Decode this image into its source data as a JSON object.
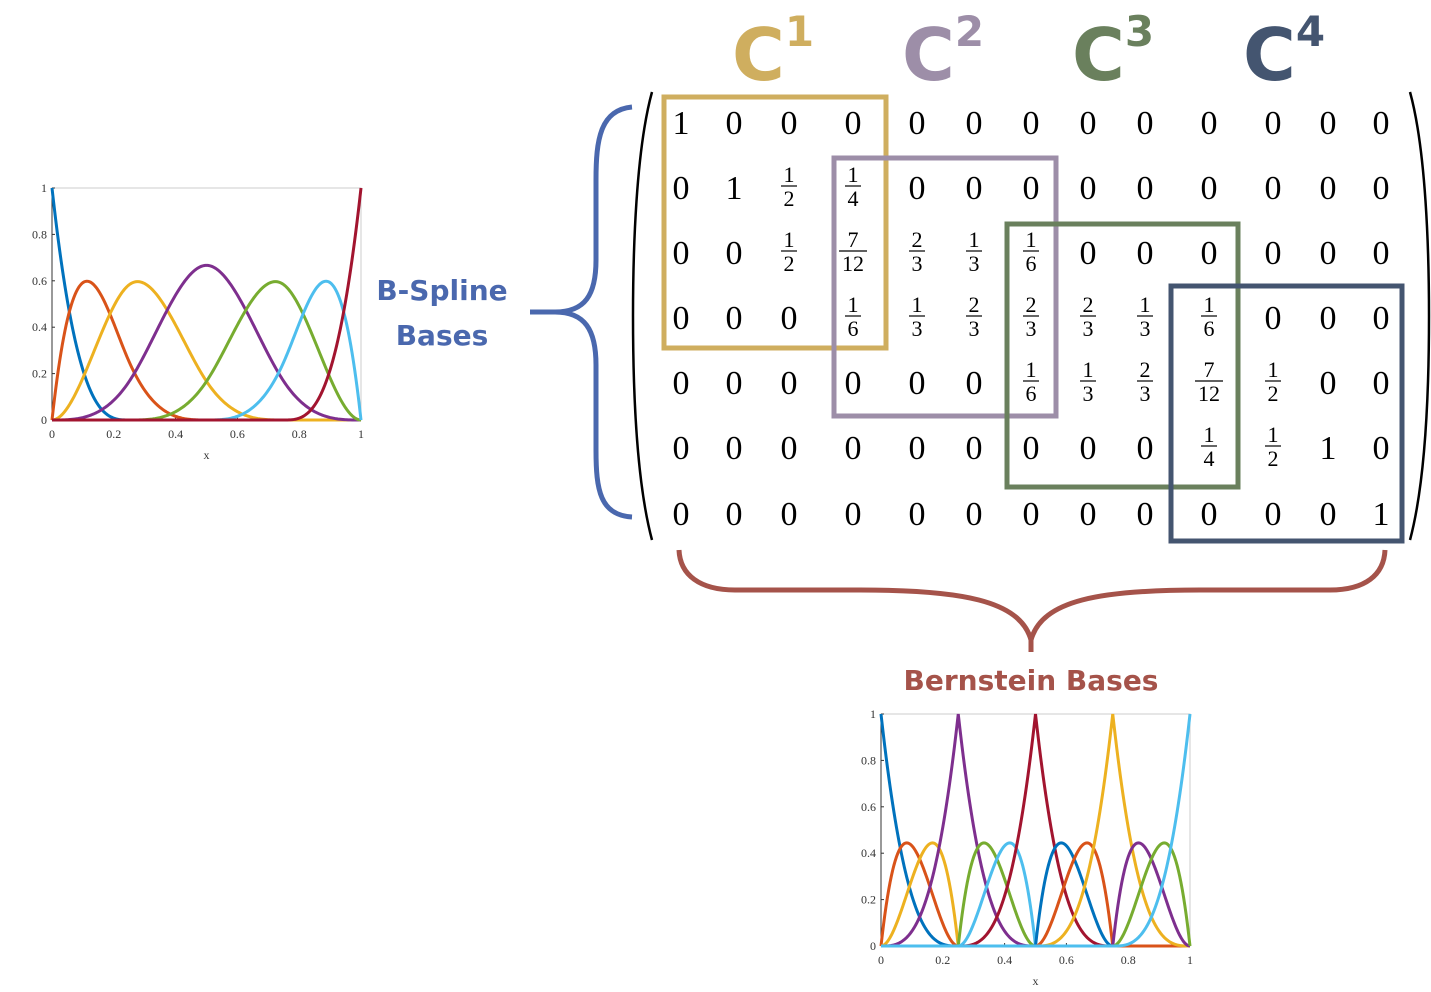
{
  "continuity_labels": [
    {
      "base": "C",
      "sup": "1",
      "color": "#CFAE5F"
    },
    {
      "base": "C",
      "sup": "2",
      "color": "#9D8EA8"
    },
    {
      "base": "C",
      "sup": "3",
      "color": "#6A805D"
    },
    {
      "base": "C",
      "sup": "4",
      "color": "#445570"
    }
  ],
  "bspline_label": {
    "line1": "B-Spline",
    "line2": "Bases",
    "color": "#4A68AE"
  },
  "bernstein_label": {
    "text": "Bernstein Bases",
    "color": "#A5534A"
  },
  "matrix": {
    "rows": [
      [
        "1",
        "0",
        "0",
        "0",
        "0",
        "0",
        "0",
        "0",
        "0",
        "0",
        "0",
        "0",
        "0"
      ],
      [
        "0",
        "1",
        "1/2",
        "1/4",
        "0",
        "0",
        "0",
        "0",
        "0",
        "0",
        "0",
        "0",
        "0"
      ],
      [
        "0",
        "0",
        "1/2",
        "7/12",
        "2/3",
        "1/3",
        "1/6",
        "0",
        "0",
        "0",
        "0",
        "0",
        "0"
      ],
      [
        "0",
        "0",
        "0",
        "1/6",
        "1/3",
        "2/3",
        "2/3",
        "2/3",
        "1/3",
        "1/6",
        "0",
        "0",
        "0"
      ],
      [
        "0",
        "0",
        "0",
        "0",
        "0",
        "0",
        "1/6",
        "1/3",
        "2/3",
        "7/12",
        "1/2",
        "0",
        "0"
      ],
      [
        "0",
        "0",
        "0",
        "0",
        "0",
        "0",
        "0",
        "0",
        "0",
        "1/4",
        "1/2",
        "1",
        "0"
      ],
      [
        "0",
        "0",
        "0",
        "0",
        "0",
        "0",
        "0",
        "0",
        "0",
        "0",
        "0",
        "0",
        "1"
      ]
    ],
    "blocks": [
      {
        "name": "C1",
        "rows": [
          0,
          3
        ],
        "cols": [
          0,
          3
        ],
        "color": "#CFAE5F"
      },
      {
        "name": "C2",
        "rows": [
          1,
          4
        ],
        "cols": [
          3,
          6
        ],
        "color": "#9D8EA8"
      },
      {
        "name": "C3",
        "rows": [
          2,
          5
        ],
        "cols": [
          6,
          9
        ],
        "color": "#6A805D"
      },
      {
        "name": "C4",
        "rows": [
          3,
          6
        ],
        "cols": [
          9,
          12
        ],
        "color": "#445570"
      }
    ]
  },
  "chart_data": [
    {
      "id": "bspline-plot",
      "type": "line",
      "title": "",
      "description": "7 cubic B-spline basis functions on [0,1], uniform interior knots 0.25, 0.5, 0.75",
      "knots": [
        0,
        0,
        0,
        0,
        0.25,
        0.5,
        0.75,
        1,
        1,
        1,
        1
      ],
      "degree": 3,
      "series_colors": [
        "#0072BD",
        "#D95319",
        "#EDB120",
        "#7E2F8E",
        "#77AC30",
        "#4DBEEE",
        "#A2142F"
      ],
      "xlabel": "x",
      "ylabel": "",
      "xlim": [
        0,
        1
      ],
      "ylim": [
        0,
        1
      ],
      "xticks": [
        "0",
        "0.2",
        "0.4",
        "0.6",
        "0.8",
        "1"
      ],
      "yticks": [
        "0",
        "0.2",
        "0.4",
        "0.6",
        "0.8",
        "1"
      ],
      "peaks": [
        {
          "x": 0,
          "y": 1
        },
        {
          "x": 0.11,
          "y": 0.6
        },
        {
          "x": 0.28,
          "y": 0.6
        },
        {
          "x": 0.5,
          "y": 0.667
        },
        {
          "x": 0.72,
          "y": 0.6
        },
        {
          "x": 0.89,
          "y": 0.6
        },
        {
          "x": 1,
          "y": 1
        }
      ]
    },
    {
      "id": "bernstein-plot",
      "type": "line",
      "title": "",
      "description": "13 piecewise cubic Bernstein basis functions on 4 intervals of [0,1]",
      "intervals": [
        [
          0,
          0.25
        ],
        [
          0.25,
          0.5
        ],
        [
          0.5,
          0.75
        ],
        [
          0.75,
          1
        ]
      ],
      "degree": 3,
      "series_colors": [
        "#0072BD",
        "#D95319",
        "#EDB120",
        "#7E2F8E",
        "#77AC30",
        "#4DBEEE",
        "#A2142F",
        "#0072BD",
        "#D95319",
        "#EDB120",
        "#7E2F8E",
        "#77AC30",
        "#4DBEEE"
      ],
      "xlabel": "x",
      "ylabel": "",
      "xlim": [
        0,
        1
      ],
      "ylim": [
        0,
        1
      ],
      "xticks": [
        "0",
        "0.2",
        "0.4",
        "0.6",
        "0.8",
        "1"
      ],
      "yticks": [
        "0",
        "0.2",
        "0.4",
        "0.6",
        "0.8",
        "1"
      ]
    }
  ]
}
